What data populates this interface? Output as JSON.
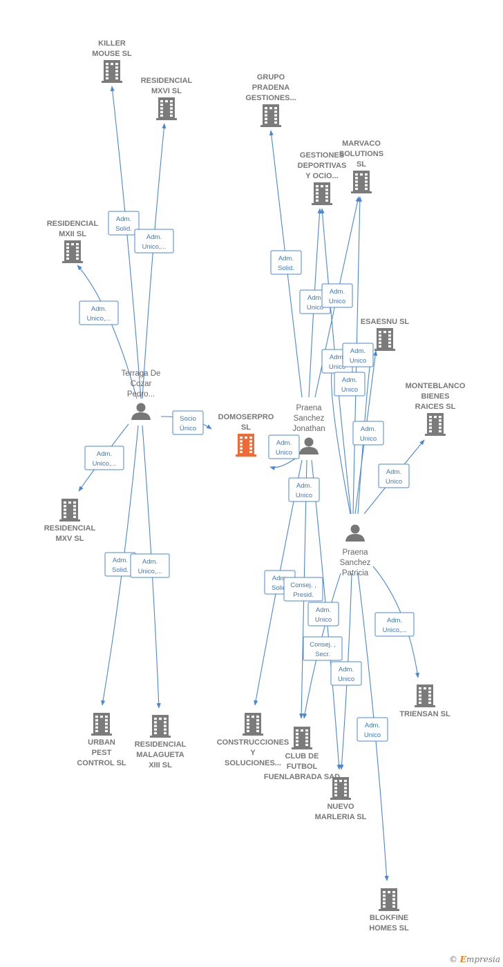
{
  "colors": {
    "edge": "#4a86d4",
    "company": "#7b7b7b",
    "focus_company": "#f06a35",
    "person": "#777777",
    "brand": "#f07c1c"
  },
  "footer": {
    "copyright": "©",
    "brand_initial": "E",
    "brand_rest": "mpresia"
  },
  "companies": [
    {
      "id": "killer",
      "lines": [
        "KILLER",
        "MOUSE SL"
      ]
    },
    {
      "id": "mxvi",
      "lines": [
        "RESIDENCIAL",
        "MXVI  SL"
      ]
    },
    {
      "id": "grupo",
      "lines": [
        "GRUPO",
        "PRADENA",
        "GESTIONES..."
      ]
    },
    {
      "id": "marvaco",
      "lines": [
        "MARVACO",
        "SOLUTIONS",
        "SL"
      ]
    },
    {
      "id": "gestiones",
      "lines": [
        "GESTIONES",
        "DEPORTIVAS",
        "Y OCIO..."
      ]
    },
    {
      "id": "mxii",
      "lines": [
        "RESIDENCIAL",
        "MXII  SL"
      ]
    },
    {
      "id": "esaesnu",
      "lines": [
        "ESAESNU  SL"
      ]
    },
    {
      "id": "monteblanco",
      "lines": [
        "MONTEBLANCO",
        "BIENES",
        "RAICES  SL"
      ]
    },
    {
      "id": "domoserpro",
      "lines": [
        "DOMOSERPRO",
        "SL"
      ],
      "focus": true
    },
    {
      "id": "mxv",
      "lines": [
        "RESIDENCIAL",
        "MXV  SL"
      ]
    },
    {
      "id": "triensan",
      "lines": [
        "TRIENSAN  SL"
      ]
    },
    {
      "id": "urban",
      "lines": [
        "URBAN",
        "PEST",
        "CONTROL  SL"
      ]
    },
    {
      "id": "malagueta",
      "lines": [
        "RESIDENCIAL",
        "MALAGUETA",
        "XIII  SL"
      ]
    },
    {
      "id": "construcciones",
      "lines": [
        "CONSTRUCCIONES",
        "Y",
        "SOLUCIONES..."
      ]
    },
    {
      "id": "club",
      "lines": [
        "CLUB DE",
        "FUTBOL",
        "FUENLABRADA SAD"
      ]
    },
    {
      "id": "nuevo",
      "lines": [
        "NUEVO",
        "MARLERIA  SL"
      ]
    },
    {
      "id": "blokfine",
      "lines": [
        "BLOKFINE",
        "HOMES  SL"
      ]
    }
  ],
  "persons": [
    {
      "id": "terraga",
      "lines": [
        "Terraga De",
        "Cozar",
        "Pedro..."
      ]
    },
    {
      "id": "jonathan",
      "lines": [
        "Praena",
        "Sanchez",
        "Jonathan"
      ]
    },
    {
      "id": "patricia",
      "lines": [
        "Praena",
        "Sanchez",
        "Patricia"
      ]
    }
  ],
  "relations": [
    {
      "id": "r1",
      "lines": [
        "Adm.",
        "Solid."
      ]
    },
    {
      "id": "r2",
      "lines": [
        "Adm.",
        "Unico,..."
      ]
    },
    {
      "id": "r3",
      "lines": [
        "Adm.",
        "Unico,..."
      ]
    },
    {
      "id": "r4",
      "lines": [
        "Socio",
        "Único"
      ]
    },
    {
      "id": "r5",
      "lines": [
        "Adm.",
        "Unico,..."
      ]
    },
    {
      "id": "r6",
      "lines": [
        "Adm.",
        "Solid."
      ]
    },
    {
      "id": "r7",
      "lines": [
        "Adm.",
        "Unico,..."
      ]
    },
    {
      "id": "r8",
      "lines": [
        "Adm.",
        "Solid."
      ]
    },
    {
      "id": "r9",
      "lines": [
        "Adm.",
        "Unico"
      ]
    },
    {
      "id": "r10",
      "lines": [
        "Adm.",
        "Unico"
      ]
    },
    {
      "id": "r11",
      "lines": [
        "Adm.",
        "Unico"
      ]
    },
    {
      "id": "r12",
      "lines": [
        "Adm.",
        "Unico"
      ]
    },
    {
      "id": "r13",
      "lines": [
        "Adm.",
        "Unico"
      ]
    },
    {
      "id": "r14",
      "lines": [
        "Adm.",
        "Unico"
      ]
    },
    {
      "id": "r15",
      "lines": [
        "Adm.",
        "Unico"
      ]
    },
    {
      "id": "r16",
      "lines": [
        "Adm.",
        "Unico"
      ]
    },
    {
      "id": "r17",
      "lines": [
        "Adm.",
        "Unico"
      ]
    },
    {
      "id": "r18",
      "lines": [
        "Adm.",
        "Solid."
      ]
    },
    {
      "id": "r19",
      "lines": [
        "Consej. ,",
        "Presid."
      ]
    },
    {
      "id": "r20",
      "lines": [
        "Adm.",
        "Unico"
      ]
    },
    {
      "id": "r21",
      "lines": [
        "Adm.",
        "Unico,..."
      ]
    },
    {
      "id": "r22",
      "lines": [
        "Consej. ,",
        "Secr."
      ]
    },
    {
      "id": "r23",
      "lines": [
        "Adm.",
        "Unico"
      ]
    },
    {
      "id": "r24",
      "lines": [
        "Adm.",
        "Unico"
      ]
    }
  ]
}
